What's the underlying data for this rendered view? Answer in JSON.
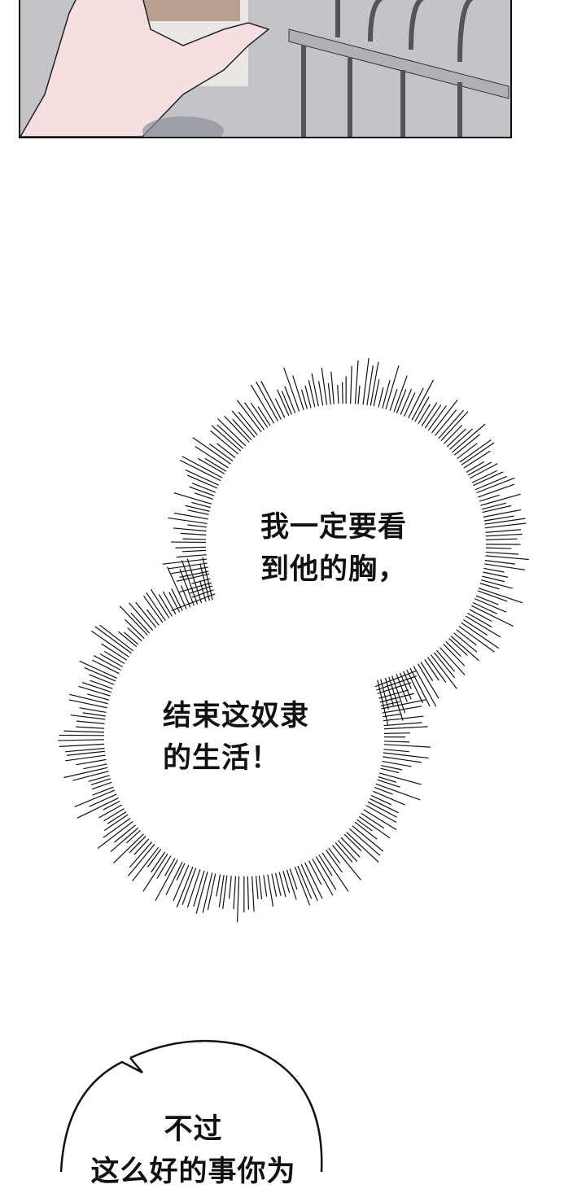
{
  "bubble_burst_top": {
    "lines": [
      "我一定要看",
      "到他的胸，"
    ]
  },
  "bubble_burst_bottom": {
    "lines": [
      "结束这奴隶",
      "的生活！"
    ]
  },
  "bubble_speech": {
    "lines": [
      "不过",
      "这么好的事你为"
    ]
  },
  "colors": {
    "ink": "#111111",
    "skin": "#f6dfe0",
    "metal": "#a9a9b0"
  }
}
